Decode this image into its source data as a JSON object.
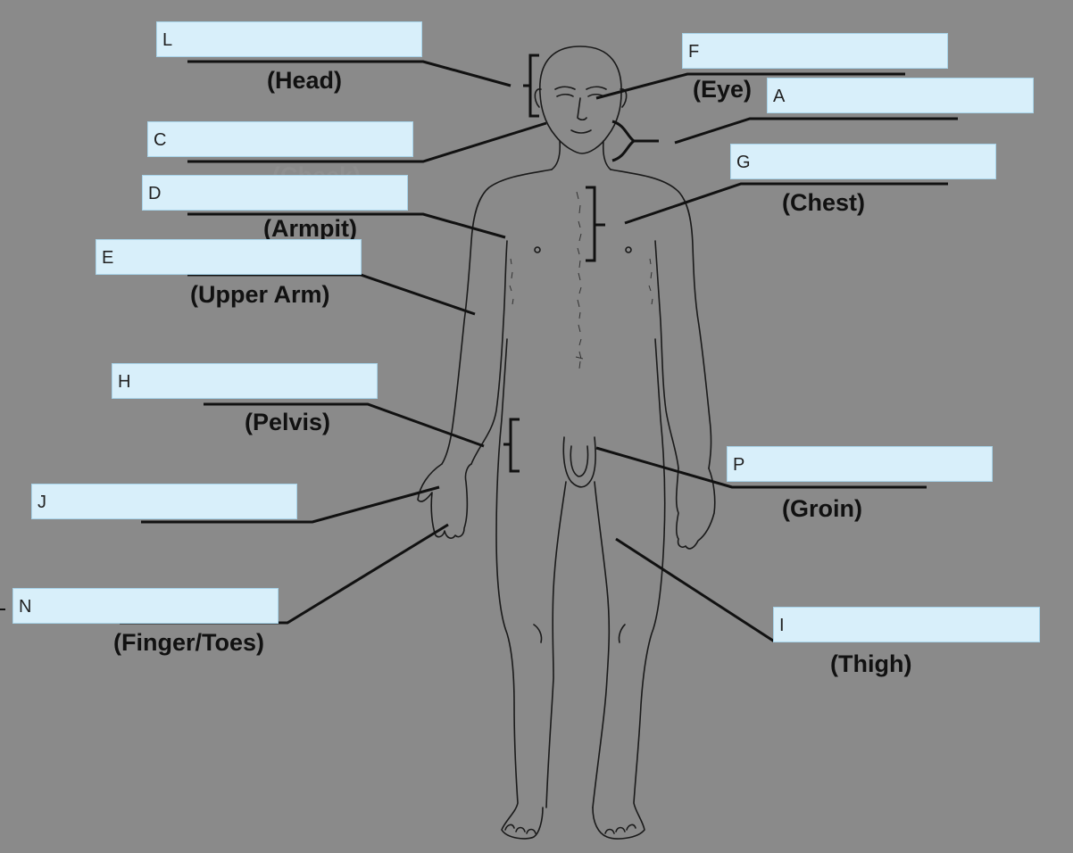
{
  "fields": {
    "L": {
      "letter": "L"
    },
    "F": {
      "letter": "F"
    },
    "A": {
      "letter": "A"
    },
    "C": {
      "letter": "C"
    },
    "G": {
      "letter": "G"
    },
    "D": {
      "letter": "D"
    },
    "E": {
      "letter": "E"
    },
    "H": {
      "letter": "H"
    },
    "P": {
      "letter": "P"
    },
    "J": {
      "letter": "J"
    },
    "N": {
      "letter": "N"
    },
    "I": {
      "letter": "I"
    }
  },
  "labels": {
    "head": "(Head)",
    "eye": "(Eye)",
    "cheek": "(Cheek)",
    "chest": "(Chest)",
    "armpit": "(Armpit)",
    "upper_arm": "(Upper Arm)",
    "pelvis": "(Pelvis)",
    "groin": "(Groin)",
    "finger_toes": "(Finger/Toes)",
    "thigh": "(Thigh)"
  },
  "colors": {
    "field_fill": "#d8effa",
    "field_border": "#a8d4ea",
    "line": "#111111"
  }
}
